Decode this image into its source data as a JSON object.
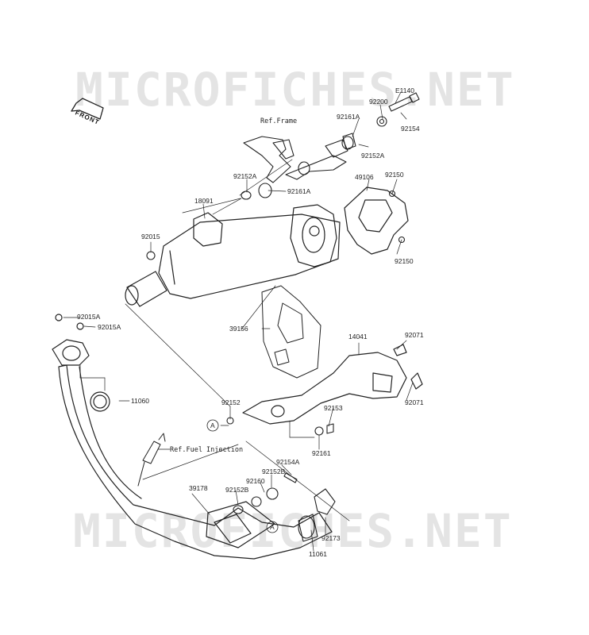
{
  "watermark": {
    "text": "MICROFICHES.NET"
  },
  "orientation": {
    "label": "FRONT"
  },
  "refs": {
    "frame": "Ref.Frame",
    "fuel_injection": "Ref.Fuel Injection"
  },
  "callout_marker": "A",
  "parts": {
    "p_e1140": "E1140",
    "p_92200": "92200",
    "p_92154_top": "92154",
    "p_92161A_top": "92161A",
    "p_92152A_top": "92152A",
    "p_92152A_mid": "92152A",
    "p_92161A_mid": "92161A",
    "p_18091": "18091",
    "p_49106": "49106",
    "p_92150_a": "92150",
    "p_92150_b": "92150",
    "p_92015": "92015",
    "p_92015A_a": "92015A",
    "p_92015A_b": "92015A",
    "p_39156": "39156",
    "p_14041": "14041",
    "p_92071_a": "92071",
    "p_92071_b": "92071",
    "p_11060": "11060",
    "p_92152": "92152",
    "p_92153": "92153",
    "p_92161": "92161",
    "p_92154A": "92154A",
    "p_92152B_a": "92152B",
    "p_92160": "92160",
    "p_92152B_b": "92152B",
    "p_39178": "39178",
    "p_92173": "92173",
    "p_11061": "11061"
  }
}
